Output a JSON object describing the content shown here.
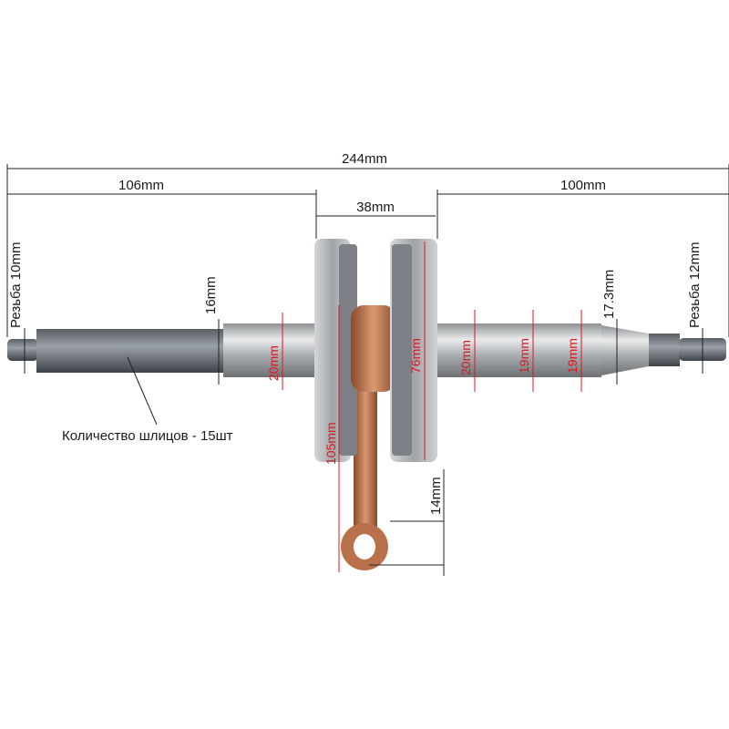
{
  "dimensions": {
    "overall_length": "244mm",
    "left_shaft_length": "106mm",
    "right_shaft_length": "100mm",
    "crank_width": "38mm",
    "left_thread": "Резьба 10mm",
    "spline_diameter": "16mm",
    "left_journal": "20mm",
    "web_diameter": "76mm",
    "rod_length": "105mm",
    "right_journal": "20mm",
    "right_step_1": "19mm",
    "right_step_2": "19mm",
    "taper_diameter": "17.3mm",
    "right_thread": "Резьба 12mm",
    "small_end_width": "14mm"
  },
  "caption": "Количество шлицов - 15шт",
  "colors": {
    "dimension_black": "#1a1a1a",
    "dimension_red": "#e0161c",
    "copper": "#b8714a",
    "steel": "#b9bcbf"
  }
}
